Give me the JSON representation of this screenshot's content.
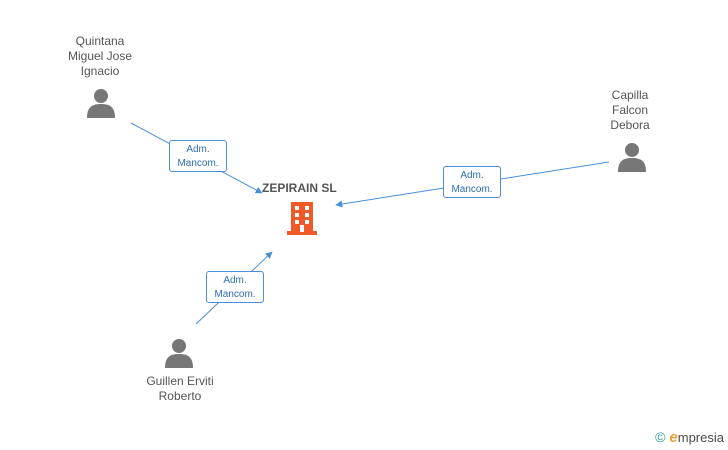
{
  "company": {
    "name": "ZEPIRAIN SL"
  },
  "persons": [
    {
      "name": "Quintana\nMiguel Jose\nIgnacio"
    },
    {
      "name": "Capilla\nFalcon\nDebora"
    },
    {
      "name": "Guillen Erviti\nRoberto"
    }
  ],
  "edges": [
    {
      "line1": "Adm.",
      "line2": "Mancom."
    },
    {
      "line1": "Adm.",
      "line2": "Mancom."
    },
    {
      "line1": "Adm.",
      "line2": "Mancom."
    }
  ],
  "brand": {
    "copyright": "©",
    "name": "mpresia",
    "initial": "e"
  },
  "colors": {
    "edge": "#4a90d9",
    "building": "#f05a28",
    "person": "#777777"
  }
}
